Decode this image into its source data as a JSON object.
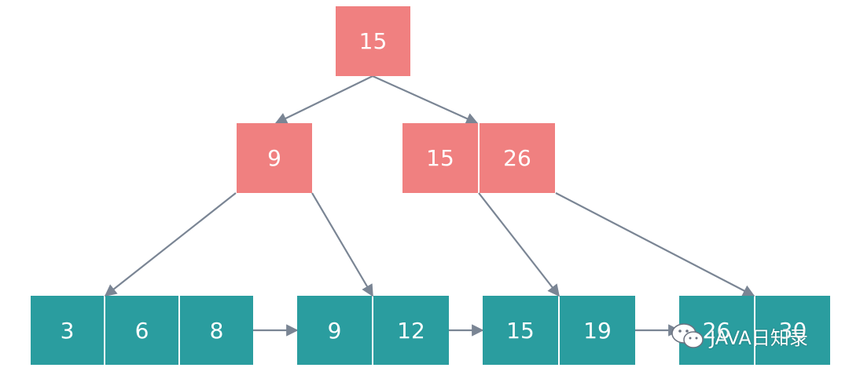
{
  "nodes": {
    "root": {
      "keys": [
        "15"
      ]
    },
    "internal_left": {
      "keys": [
        "9"
      ]
    },
    "internal_right": {
      "keys": [
        "15",
        "26"
      ]
    },
    "leaf_1": {
      "keys": [
        "3",
        "6",
        "8"
      ]
    },
    "leaf_2": {
      "keys": [
        "9",
        "12"
      ]
    },
    "leaf_3": {
      "keys": [
        "15",
        "19"
      ]
    },
    "leaf_4": {
      "keys": [
        "26",
        "30"
      ]
    }
  },
  "watermark": {
    "text": "JAVA日知录",
    "icon": "wechat-icon"
  },
  "colors": {
    "internal": "#f08080",
    "leaf": "#2a9d9f",
    "edge": "#7a8594"
  }
}
